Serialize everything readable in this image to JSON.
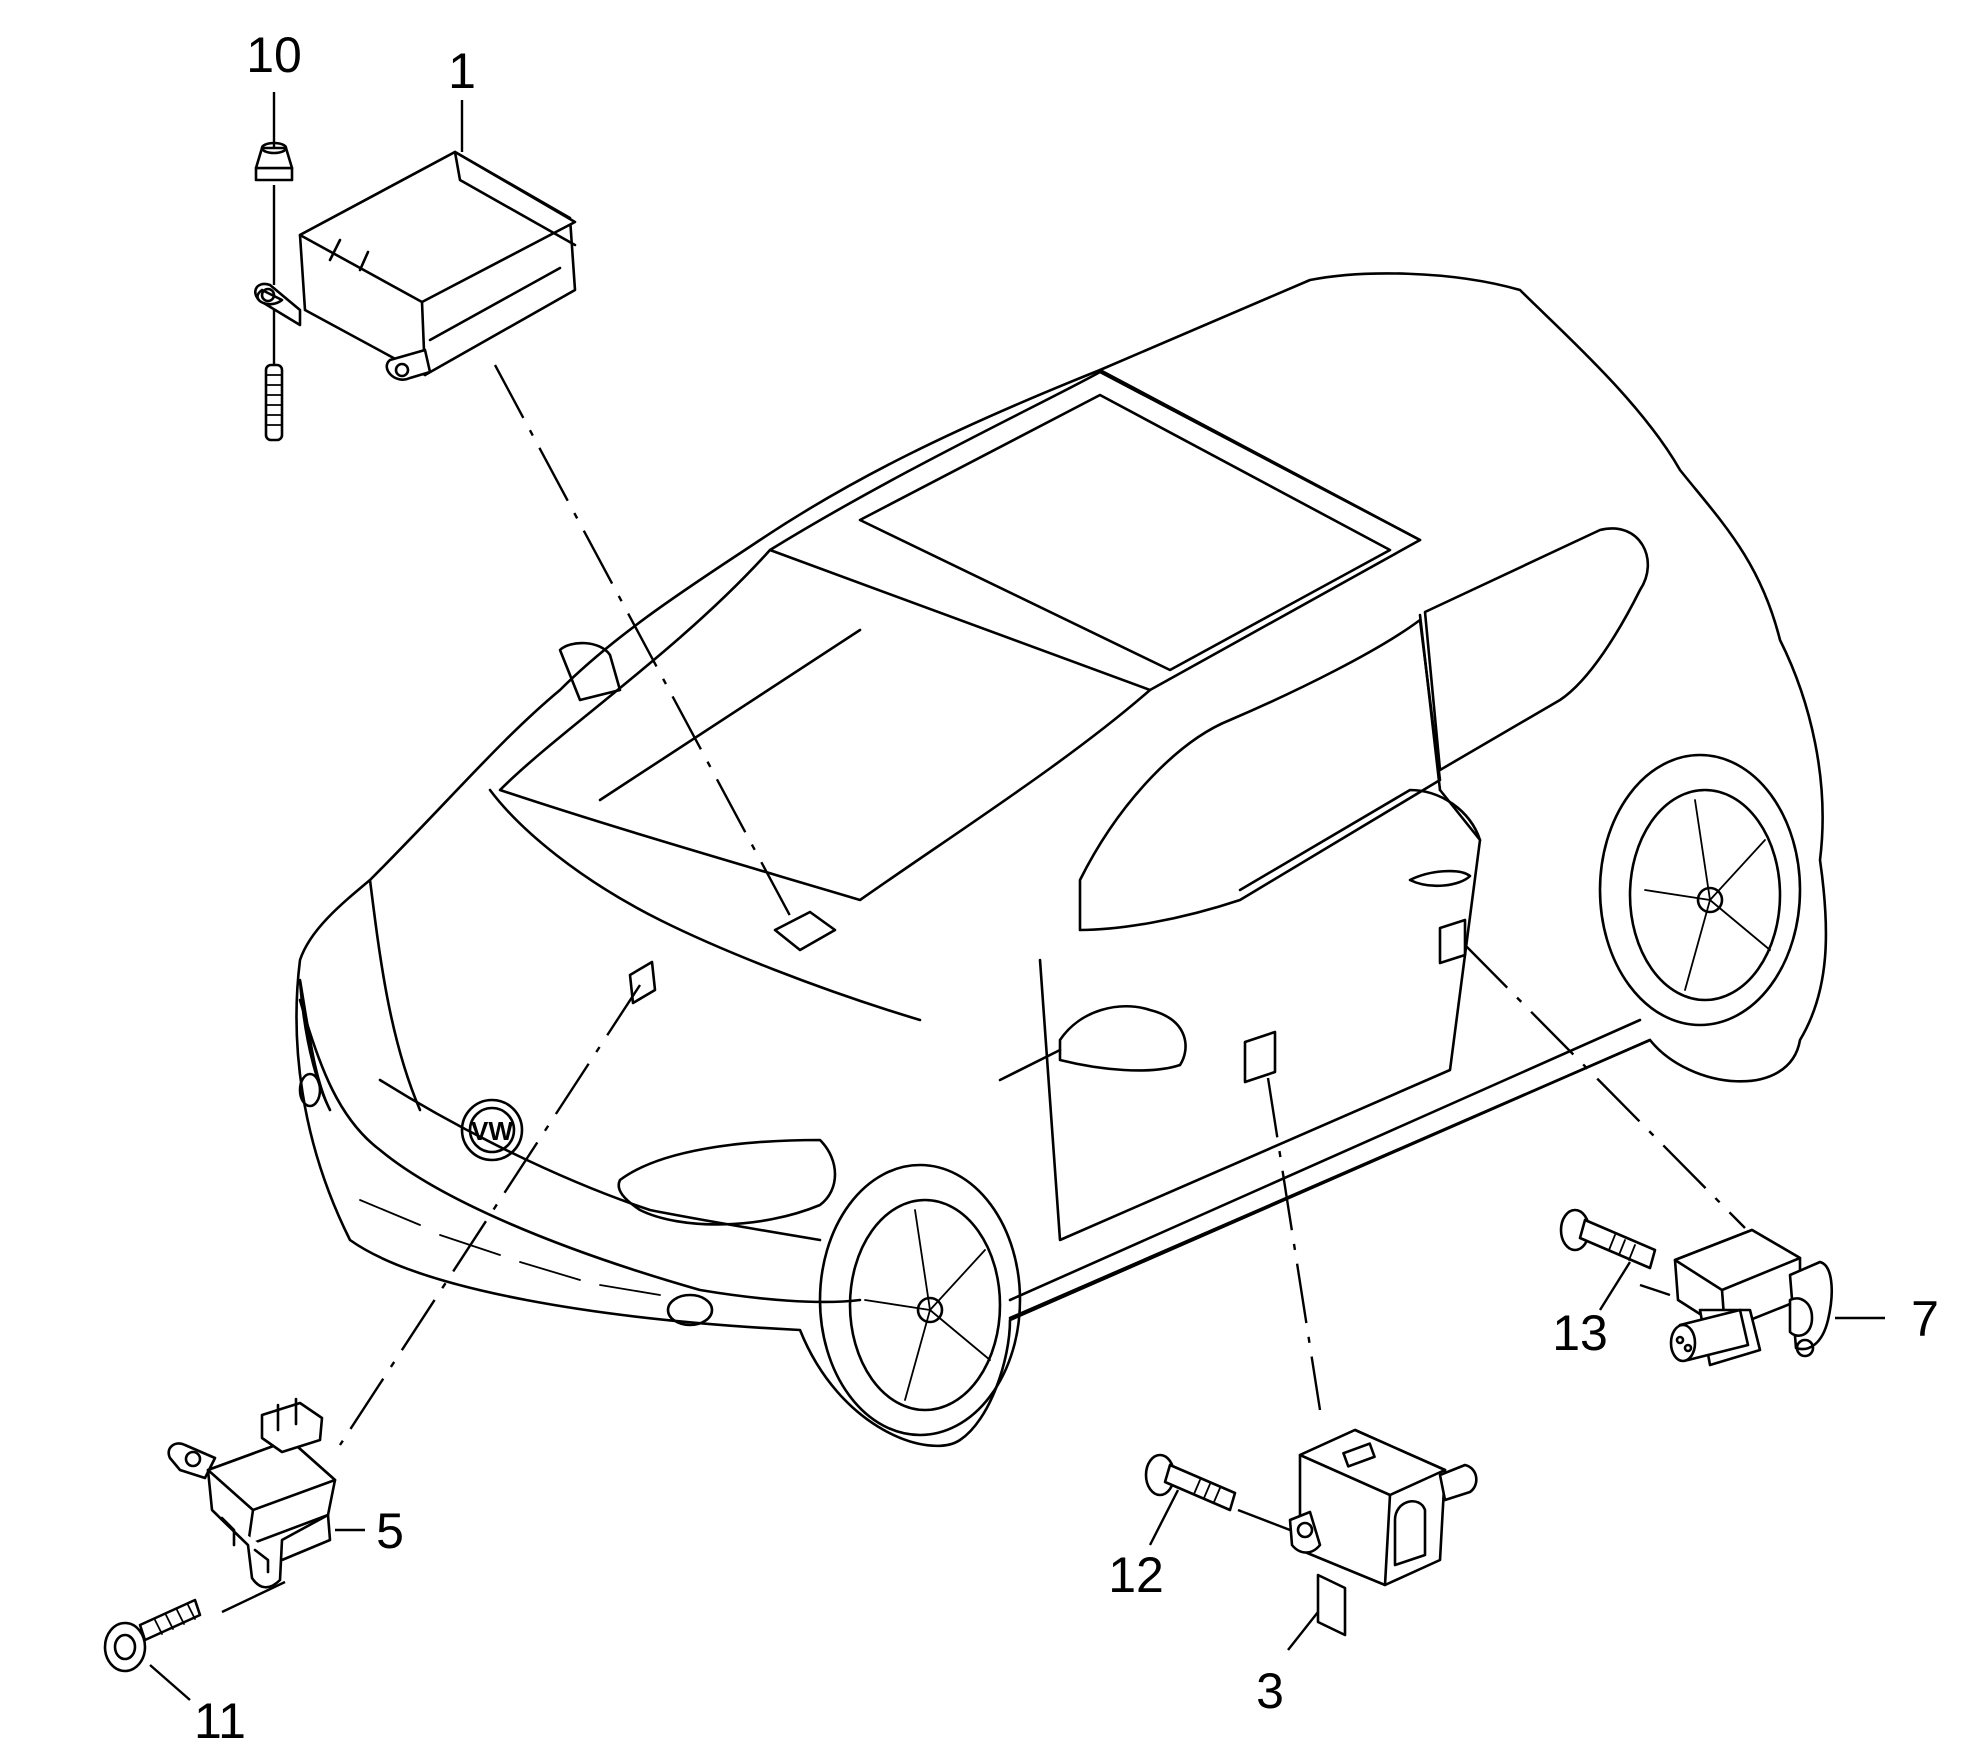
{
  "callouts": {
    "c1": "1",
    "c3": "3",
    "c5": "5",
    "c7": "7",
    "c10": "10",
    "c11": "11",
    "c12": "12",
    "c13": "13"
  },
  "emblem_text": "VW"
}
